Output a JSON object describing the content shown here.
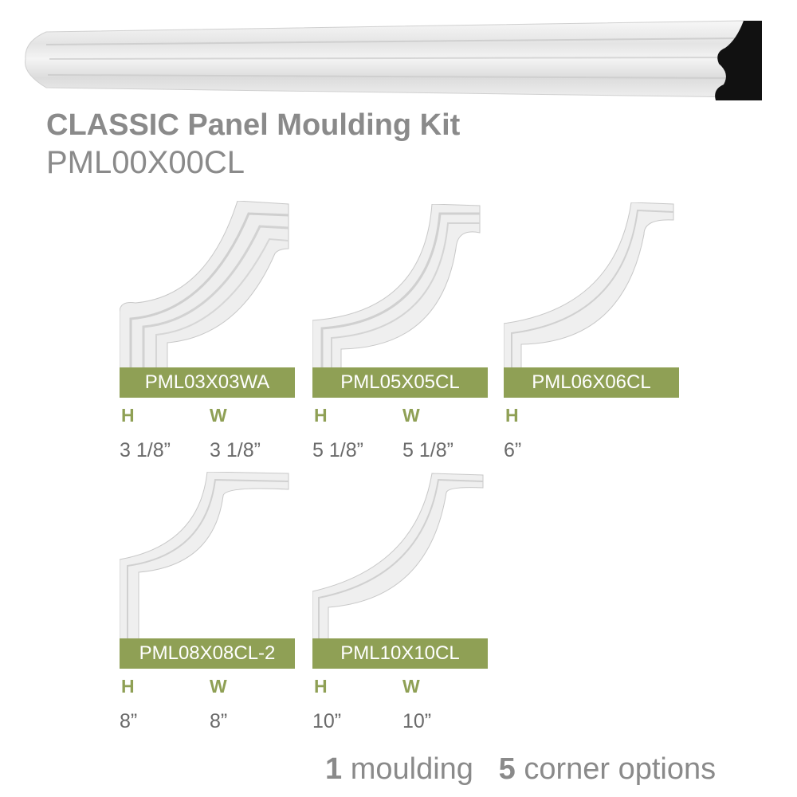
{
  "product": {
    "title": "CLASSIC Panel Moulding Kit",
    "sku": "PML00X00CL"
  },
  "colors": {
    "badge": "#8fa055",
    "text": "#8a8a8a",
    "moulding": "#f0f0f0"
  },
  "corners": [
    {
      "code": "PML03X03WA",
      "h_label": "H",
      "w_label": "W",
      "height": "3 1/8”",
      "width": "3 1/8”"
    },
    {
      "code": "PML05X05CL",
      "h_label": "H",
      "w_label": "W",
      "height": "5 1/8”",
      "width": "5 1/8”"
    },
    {
      "code": "PML06X06CL",
      "h_label": "H",
      "height": "6”"
    },
    {
      "code": "PML08X08CL-2",
      "h_label": "H",
      "w_label": "W",
      "height": "8”",
      "width": "8”"
    },
    {
      "code": "PML10X10CL",
      "h_label": "H",
      "w_label": "W",
      "height": "10”",
      "width": "10”"
    }
  ],
  "footer": {
    "moulding_count": "1",
    "moulding_label": "moulding",
    "corner_count": "5",
    "corner_label": "corner options"
  }
}
